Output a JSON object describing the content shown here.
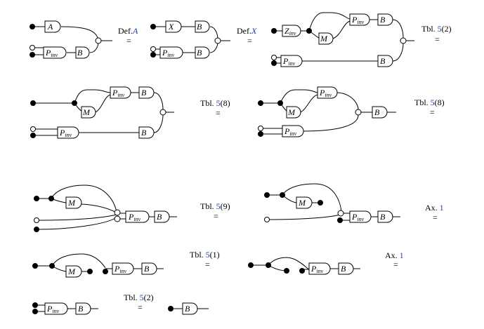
{
  "gates": {
    "A": "A",
    "B": "B",
    "X": "X",
    "M": "M",
    "P": "P",
    "Z": "Z",
    "inv": "inv"
  },
  "eq": "=",
  "rules": {
    "defA": {
      "prefix": "Def.",
      "ref": "A"
    },
    "defX": {
      "prefix": "Def.",
      "ref": "X"
    },
    "tbl52": {
      "prefix": "Tbl. ",
      "ref": "5",
      "suffix": "(2)"
    },
    "tbl58": {
      "prefix": "Tbl. ",
      "ref": "5",
      "suffix": "(8)"
    },
    "tbl59": {
      "prefix": "Tbl. ",
      "ref": "5",
      "suffix": "(9)"
    },
    "tbl51": {
      "prefix": "Tbl. ",
      "ref": "5",
      "suffix": "(1)"
    },
    "ax1": {
      "prefix": "Ax. ",
      "ref": "1"
    }
  },
  "colors": {
    "ink": "#000000",
    "reference": "#1f3fa8",
    "background": "#ffffff"
  }
}
